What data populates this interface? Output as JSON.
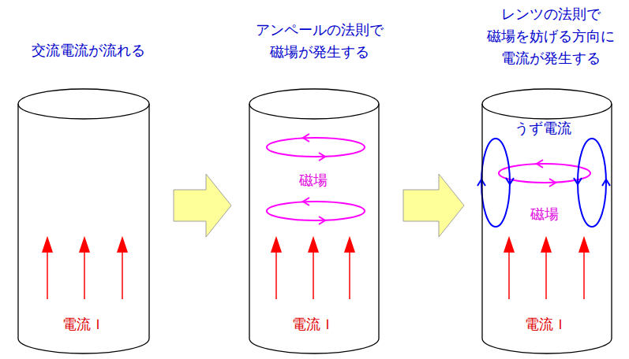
{
  "diagram": {
    "nodes": [
      {
        "text": [
          "交流電流が流れる",
          "電流Ｉ"
        ]
      },
      {
        "text": [
          "アンペールの法則で 磁場が発生する",
          "磁場",
          "電流Ｉ"
        ]
      },
      {
        "text": [
          "レンツの法則で 磁場を妨げる方向に 電流が発生する",
          "うず電流",
          "磁場",
          "電流Ｉ"
        ]
      }
    ],
    "edges": [
      {
        "from": 0,
        "to": 1,
        "arrow": "to"
      },
      {
        "from": 1,
        "to": 2,
        "arrow": "to"
      }
    ]
  }
}
